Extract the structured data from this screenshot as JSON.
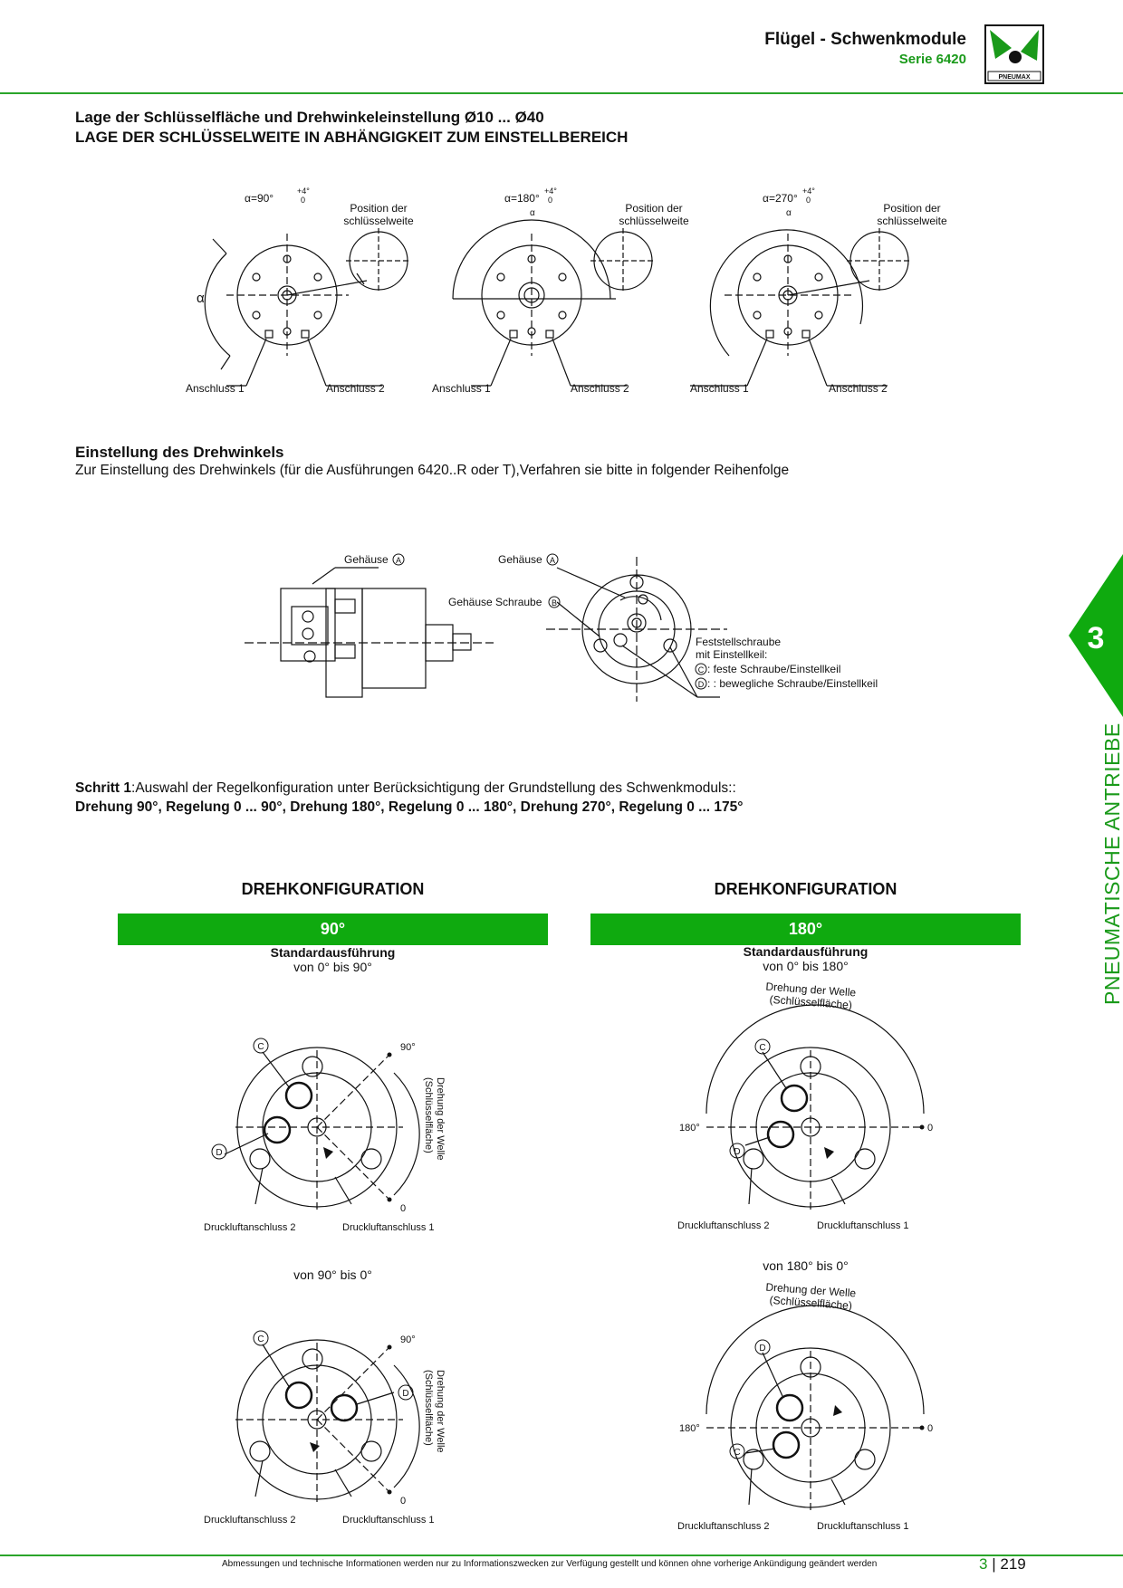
{
  "header": {
    "title": "Flügel - Schwenkmodule",
    "series": "Serie 6420",
    "logo_text": "PNEUMAX",
    "brand_color": "#2aa52a"
  },
  "headings": {
    "h1": "Lage der Schlüsselfläche und Drehwinkeleinstellung Ø10 ... Ø40",
    "h2": "LAGE DER SCHLÜSSELWEITE IN ABHÄNGIGKEIT ZUM EINSTELLBEREICH"
  },
  "key_diagrams": [
    {
      "angle": "α=90°",
      "tol_up": "+4°",
      "tol_dn": "0",
      "position": "Position der",
      "position2": "schlüsselweite",
      "conn1": "Anschluss 1",
      "conn2": "Anschluss 2",
      "alpha": "α"
    },
    {
      "angle": "α=180°",
      "tol_up": "+4°",
      "tol_dn": "0",
      "position": "Position der",
      "position2": "schlüsselweite",
      "conn1": "Anschluss 1",
      "conn2": "Anschluss 2",
      "alpha": "α"
    },
    {
      "angle": "α=270°",
      "tol_up": "+4°",
      "tol_dn": "0",
      "position": "Position der",
      "position2": "schlüsselweite",
      "conn1": "Anschluss 1",
      "conn2": "Anschluss 2",
      "alpha": "α"
    }
  ],
  "adjust": {
    "title": "Einstellung des Drehwinkels",
    "text": "Zur Einstellung des Drehwinkels (für die Ausführungen 6420..R oder T),Verfahren sie bitte in folgender Reihenfolge",
    "housing_a": "Gehäuse",
    "housing_a_mark": "A",
    "housing_screw": "Gehäuse Schraube",
    "housing_screw_mark": "B",
    "lock1": "Feststellschraube",
    "lock2": "mit Einstellkeil:",
    "lock_c_mark": "C",
    "lock_c": ":  feste Schraube/Einstellkeil",
    "lock_d_mark": "D",
    "lock_d": ": : bewegliche Schraube/Einstellkeil"
  },
  "step1": {
    "label": "Schritt 1",
    "text": ":Auswahl der Regelkonfiguration unter Berücksichtigung der Grundstellung des Schwenkmoduls::",
    "line2": "Drehung 90°, Regelung 0 ... 90°, Drehung 180°, Regelung 0 ... 180°, Drehung 270°, Regelung 0 ... 175°"
  },
  "configs": [
    {
      "title": "DREHKONFIGURATION",
      "bar": "90°",
      "standard": "Standardausführung",
      "range1": "von 0° bis 90°",
      "range2": "von 90° bis 0°",
      "rotation": "Drehung der Welle",
      "rotation2": "(Schlüsselfläche)",
      "deg_a": "90°",
      "deg_b": "0",
      "port2": "Druckluftanschluss 2",
      "port1": "Druckluftanschluss 1",
      "c": "C",
      "d": "D"
    },
    {
      "title": "DREHKONFIGURATION",
      "bar": "180°",
      "standard": "Standardausführung",
      "range1": "von 0° bis 180°",
      "range2": "von 180° bis 0°",
      "rotation": "Drehung der Welle",
      "rotation2": "(Schlüsselfläche)",
      "deg_a": "180°",
      "deg_b": "0",
      "port2": "Druckluftanschluss 2",
      "port1": "Druckluftanschluss 1",
      "c": "C",
      "d": "D"
    }
  ],
  "side": {
    "chapter": "3",
    "label": "PNEUMATISCHE ANTRIEBE"
  },
  "footer": {
    "note": "Abmessungen und technische Informationen werden nur zu Informationszwecken zur Verfügung gestellt und können ohne vorherige Ankündigung geändert werden",
    "chapter": "3",
    "sep": "|",
    "page": "219"
  }
}
